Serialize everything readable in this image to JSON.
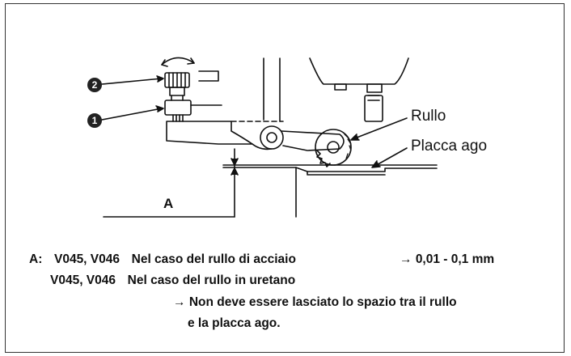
{
  "diagram": {
    "callouts": {
      "rullo": "Rullo",
      "placca_ago": "Placca ago",
      "dimension_a": "A",
      "part_1": "1",
      "part_2": "2"
    }
  },
  "notes": {
    "line1_prefix": "A:",
    "line1_models": "V045, V046",
    "line1_condition": "Nel caso del rullo di acciaio",
    "line1_arrow": "→",
    "line1_value": "0,01 - 0,1 mm",
    "line2_models": "V045, V046",
    "line2_condition": "Nel caso del rullo in uretano",
    "line3_arrow": "→",
    "line3_text": "Non deve essere lasciato lo spazio tra il rullo",
    "line4_text": "e la placca ago."
  }
}
